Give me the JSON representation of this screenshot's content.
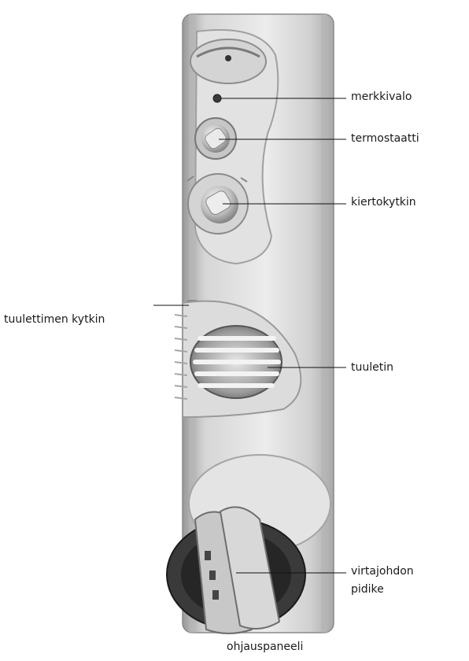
{
  "labels": {
    "indicator_light": "merkkivalo",
    "thermostat": "termostaatti",
    "rotary_switch": "kiertokytkin",
    "fan_switch": "tuulettimen kytkin",
    "fan": "tuuletin",
    "cord_holder_line1": "virtajohdon",
    "cord_holder_line2": "pidike",
    "caption": "ohjauspaneeli"
  }
}
